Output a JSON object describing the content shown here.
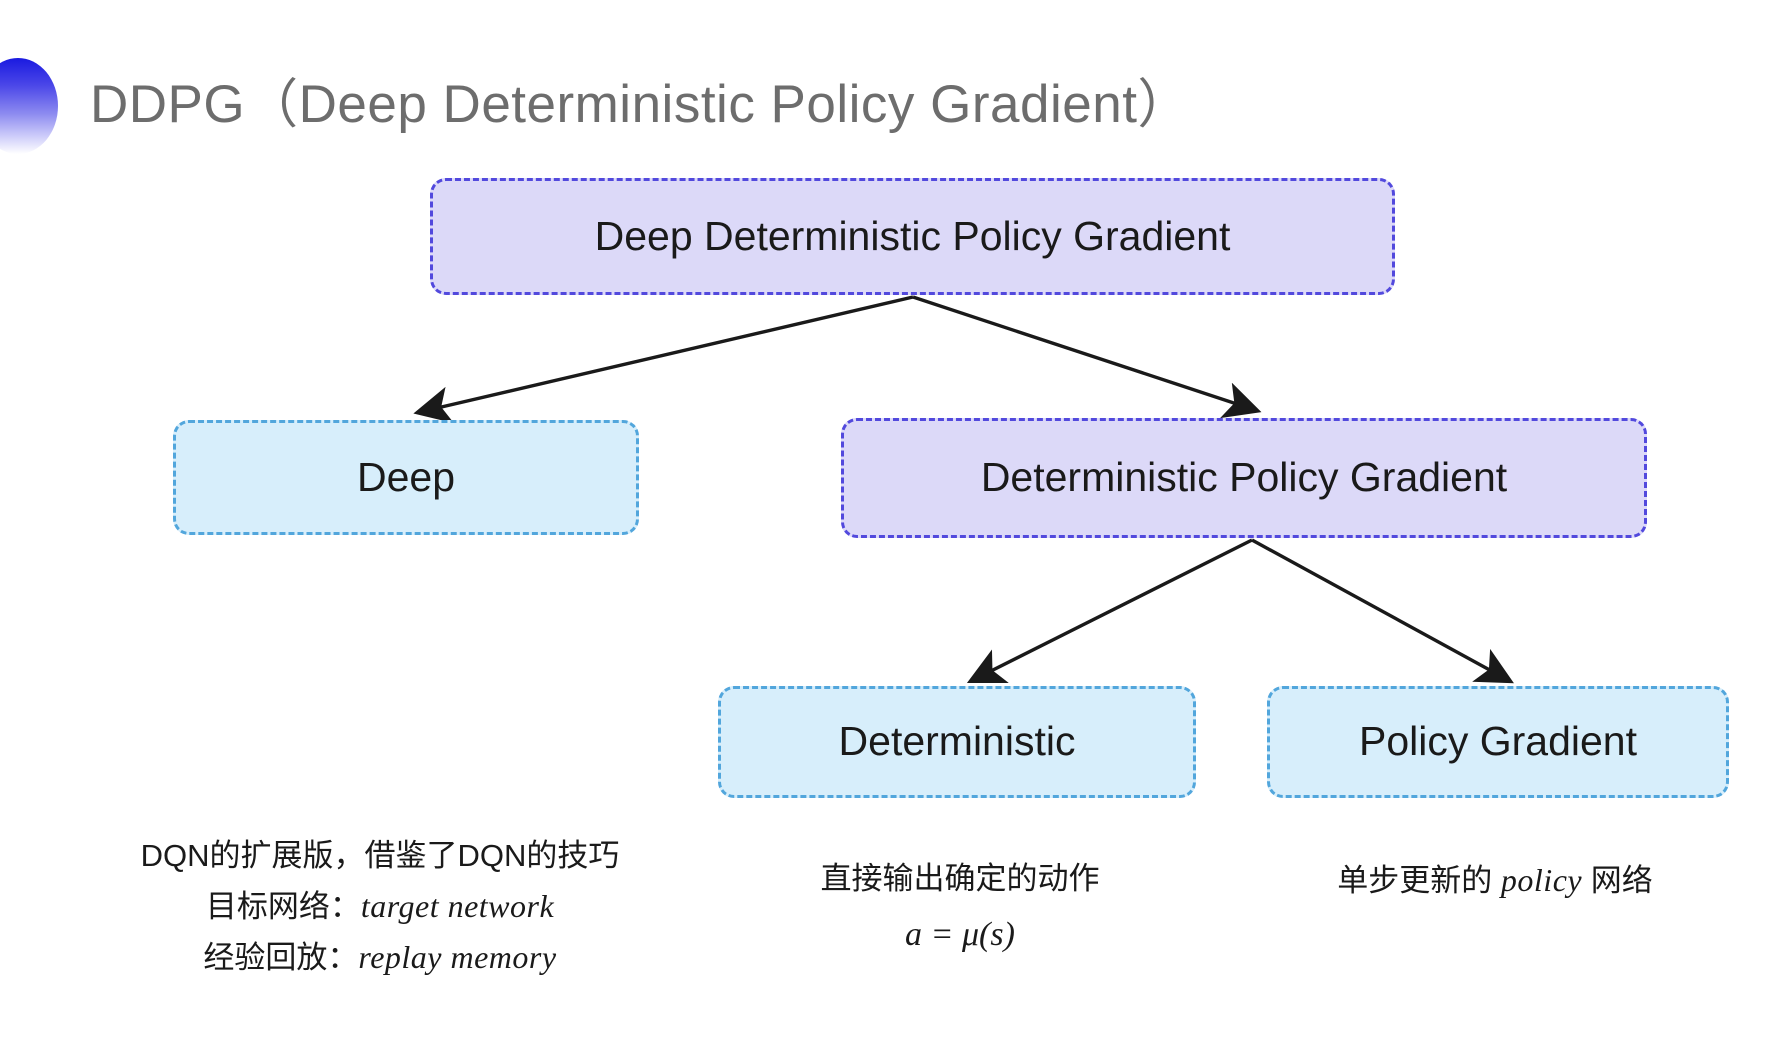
{
  "slide": {
    "title": "DDPG（Deep Deterministic Policy Gradient）",
    "background": "#ffffff"
  },
  "colors": {
    "purple_fill": "#dcd9f8",
    "purple_border": "#5249dd",
    "blue_fill": "#d7eefb",
    "blue_border": "#52a6dc",
    "title_text": "#6d6d6d",
    "arrow": "#1a1a1a"
  },
  "diagram": {
    "nodes": {
      "root": {
        "label": "Deep Deterministic Policy Gradient",
        "style": "purple"
      },
      "deep": {
        "label": "Deep",
        "style": "blue"
      },
      "dpg": {
        "label": "Deterministic Policy Gradient",
        "style": "purple"
      },
      "deterministic": {
        "label": "Deterministic",
        "style": "blue"
      },
      "policy_gradient": {
        "label": "Policy Gradient",
        "style": "blue"
      }
    },
    "edges": [
      {
        "from": "root",
        "to": "deep"
      },
      {
        "from": "root",
        "to": "dpg"
      },
      {
        "from": "dpg",
        "to": "deterministic"
      },
      {
        "from": "dpg",
        "to": "policy_gradient"
      }
    ]
  },
  "captions": {
    "deep": {
      "line1": "DQN的扩展版，借鉴了DQN的技巧",
      "line2_label": "目标网络：",
      "line2_term": "target network",
      "line3_label": "经验回放：",
      "line3_term": "replay memory"
    },
    "deterministic": {
      "line1": "直接输出确定的动作",
      "formula": "a = μ(s)"
    },
    "policy_gradient": {
      "line1": "单步更新的",
      "term": "policy",
      "line2_suffix": " 网络"
    }
  }
}
